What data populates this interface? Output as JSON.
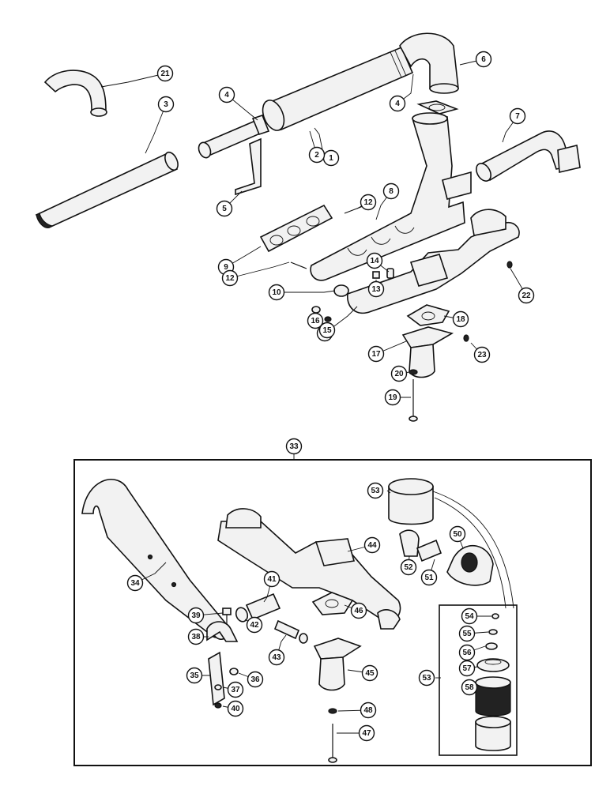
{
  "callouts": [
    {
      "id": "c1",
      "label": "1"
    },
    {
      "id": "c2",
      "label": "2"
    },
    {
      "id": "c3",
      "label": "3"
    },
    {
      "id": "c4a",
      "label": "4"
    },
    {
      "id": "c4b",
      "label": "4"
    },
    {
      "id": "c5",
      "label": "5"
    },
    {
      "id": "c6",
      "label": "6"
    },
    {
      "id": "c7",
      "label": "7"
    },
    {
      "id": "c8",
      "label": "8"
    },
    {
      "id": "c9",
      "label": "9"
    },
    {
      "id": "c10",
      "label": "10"
    },
    {
      "id": "c11",
      "label": "11"
    },
    {
      "id": "c12a",
      "label": "12"
    },
    {
      "id": "c12b",
      "label": "12"
    },
    {
      "id": "c13",
      "label": "13"
    },
    {
      "id": "c14",
      "label": "14"
    },
    {
      "id": "c15",
      "label": "15"
    },
    {
      "id": "c16",
      "label": "16"
    },
    {
      "id": "c17",
      "label": "17"
    },
    {
      "id": "c18",
      "label": "18"
    },
    {
      "id": "c19",
      "label": "19"
    },
    {
      "id": "c20",
      "label": "20"
    },
    {
      "id": "c21",
      "label": "21"
    },
    {
      "id": "c22",
      "label": "22"
    },
    {
      "id": "c23",
      "label": "23"
    },
    {
      "id": "c33",
      "label": "33"
    },
    {
      "id": "c34",
      "label": "34"
    },
    {
      "id": "c35",
      "label": "35"
    },
    {
      "id": "c36",
      "label": "36"
    },
    {
      "id": "c37",
      "label": "37"
    },
    {
      "id": "c38",
      "label": "38"
    },
    {
      "id": "c39",
      "label": "39"
    },
    {
      "id": "c40",
      "label": "40"
    },
    {
      "id": "c41",
      "label": "41"
    },
    {
      "id": "c42",
      "label": "42"
    },
    {
      "id": "c43",
      "label": "43"
    },
    {
      "id": "c44",
      "label": "44"
    },
    {
      "id": "c45",
      "label": "45"
    },
    {
      "id": "c46",
      "label": "46"
    },
    {
      "id": "c47",
      "label": "47"
    },
    {
      "id": "c48",
      "label": "48"
    },
    {
      "id": "c50",
      "label": "50"
    },
    {
      "id": "c51",
      "label": "51"
    },
    {
      "id": "c52",
      "label": "52"
    },
    {
      "id": "c53a",
      "label": "53"
    },
    {
      "id": "c53b",
      "label": "53"
    },
    {
      "id": "c54",
      "label": "54"
    },
    {
      "id": "c55",
      "label": "55"
    },
    {
      "id": "c56",
      "label": "56"
    },
    {
      "id": "c57",
      "label": "57"
    },
    {
      "id": "c58",
      "label": "58"
    }
  ]
}
